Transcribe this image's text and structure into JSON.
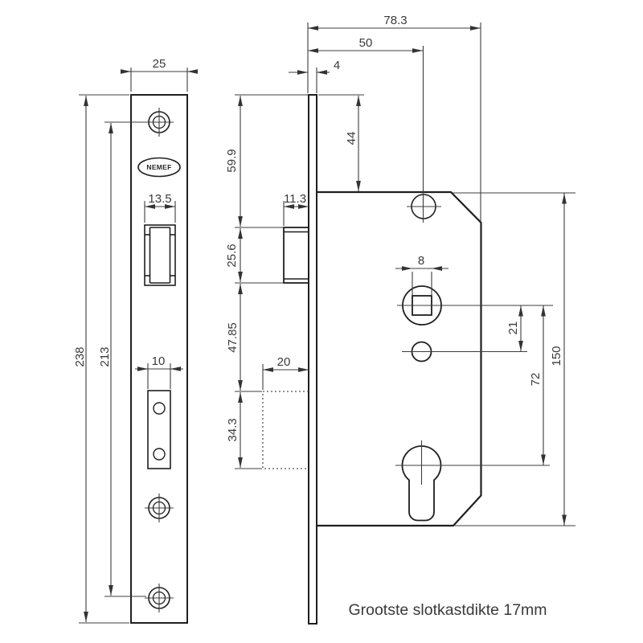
{
  "drawing": {
    "brand_label": "NEMEF",
    "note": "Grootste slotkastdikte 17mm",
    "front_view": {
      "faceplate_width": "25",
      "latch_cutout_width": "13.5",
      "lower_cutout_width": "10",
      "faceplate_height": "238",
      "screw_hole_spacing": "213"
    },
    "side_view": {
      "total_depth": "78.3",
      "backset": "50",
      "faceplate_thickness": "4",
      "plate_top_to_case_top": "44",
      "plate_top_to_latch_top": "59.9",
      "latch_height": "25.6",
      "latch_protrusion": "11.3",
      "latch_to_lower_cutout": "47.85",
      "lower_cutout_depth": "20",
      "lower_cutout_height": "34.3",
      "spindle_square": "8",
      "spindle_to_pin_hole": "21",
      "spindle_to_cylinder": "72",
      "case_height": "150"
    }
  }
}
